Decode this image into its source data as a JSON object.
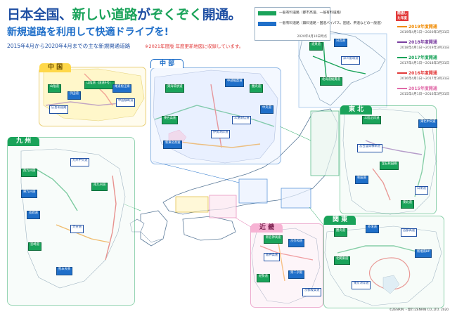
{
  "title": {
    "part1": "日本全国、",
    "part2": "新しい道路",
    "part3": "が",
    "part4": "ぞくぞく",
    "part5": "開通。"
  },
  "subtitle": "新規道路を利用して快適ドライブを!",
  "period": "2015年4月から2020年4月までの主な新規開通道路",
  "period_note": "※2021年度版 年度更新地図に収録しています。",
  "legend": {
    "row1": "一般有料道路（都市高速、一般有料道路）",
    "row2": "一般有料道路（無料道路・国道バイパス、国道、県道などの一般道）",
    "date": "2020年4月10日時点"
  },
  "year_legend": {
    "head": "開通した年度",
    "items": [
      {
        "name": "2019年度開通",
        "date": "2019年4月1日〜2020年3月31日",
        "color": "#f08a00"
      },
      {
        "name": "2018年度開通",
        "date": "2018年4月1日〜2019年3月31日",
        "color": "#7a3fa0"
      },
      {
        "name": "2017年度開通",
        "date": "2017年4月1日〜2018年3月31日",
        "color": "#1aa35a"
      },
      {
        "name": "2016年度開通",
        "date": "2016年4月1日〜2017年3月31日",
        "color": "#e23a3a"
      },
      {
        "name": "2015年度開通",
        "date": "2015年4月1日〜2016年3月31日",
        "color": "#e06aa8"
      }
    ]
  },
  "regions": {
    "chugoku": "中 国",
    "chubu": "中 部",
    "tohoku": "東 北",
    "kyushu": "九 州",
    "kinki": "近 畿",
    "kanto": "関 東"
  },
  "tags": {
    "chugoku": [
      "山陰道",
      "浜田道",
      "広島南道路",
      "山陰道（国道9号）",
      "尾道松江線",
      "中国横断道"
    ],
    "chubu": [
      "東海環状道",
      "中部縦貫道",
      "三遠南信道",
      "東名高速",
      "新東名高速",
      "伊勢湾岸道",
      "圏央道",
      "中央道"
    ],
    "tohoku": [
      "三陸沿岸道",
      "東北中央道",
      "宮古盛岡横断道",
      "釜石秋田線",
      "秋田道",
      "日東道",
      "東北道"
    ],
    "kyushu": [
      "西九州道",
      "東九州道",
      "九州中央道",
      "南九州道",
      "長崎道",
      "大分道",
      "宮崎道",
      "熊本天草"
    ],
    "kinki": [
      "新名神高速",
      "京奈和道",
      "阪神高速",
      "紀勢道",
      "第二京阪",
      "京都縦貫道"
    ],
    "kanto": [
      "圏央道",
      "外環道",
      "首都高速",
      "北関東道",
      "新湘南BP",
      "東京湾岸道"
    ],
    "hokkaido": [
      "道東道",
      "日高道",
      "深川留萌道",
      "北海道縦貫道"
    ]
  },
  "footer": "©ZENRIN ・発行:ZENRIN CO.,LTD. 2020"
}
